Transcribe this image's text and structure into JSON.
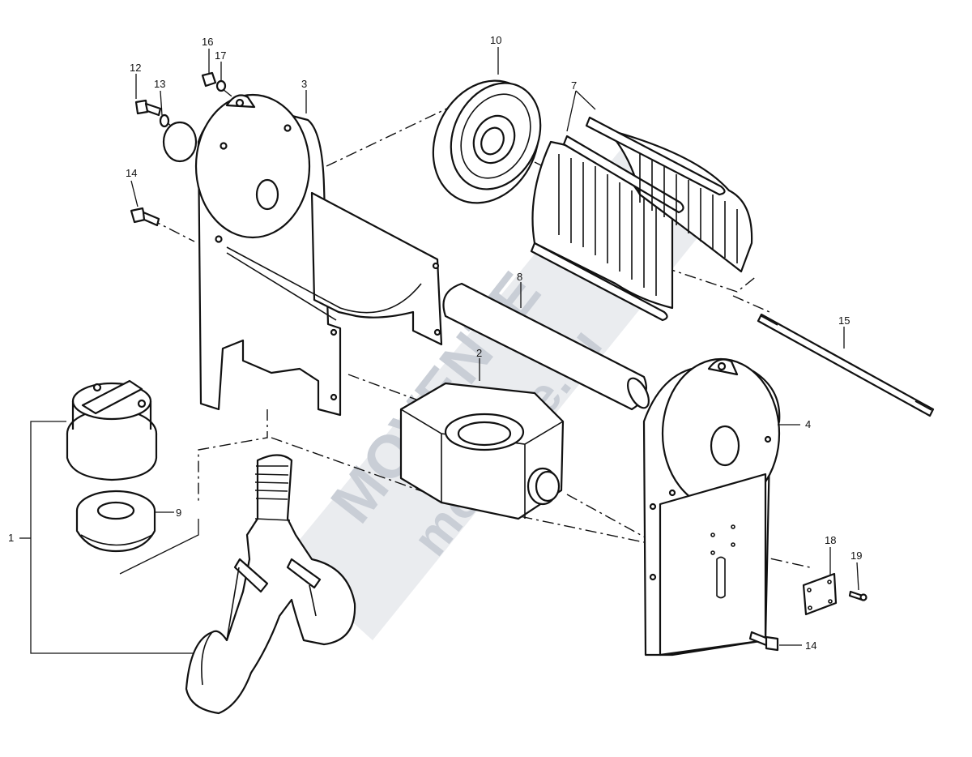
{
  "watermark": {
    "brand": "MOVENTE",
    "site": "movente.ru",
    "color": "#c9ced6"
  },
  "callouts": {
    "c1": "1",
    "c2": "2",
    "c3": "3",
    "c4": "4",
    "c7": "7",
    "c8": "8",
    "c9": "9",
    "c10": "10",
    "c12": "12",
    "c13": "13",
    "c14a": "14",
    "c14b": "14",
    "c15": "15",
    "c16": "16",
    "c17": "17",
    "c18": "18",
    "c19": "19"
  }
}
